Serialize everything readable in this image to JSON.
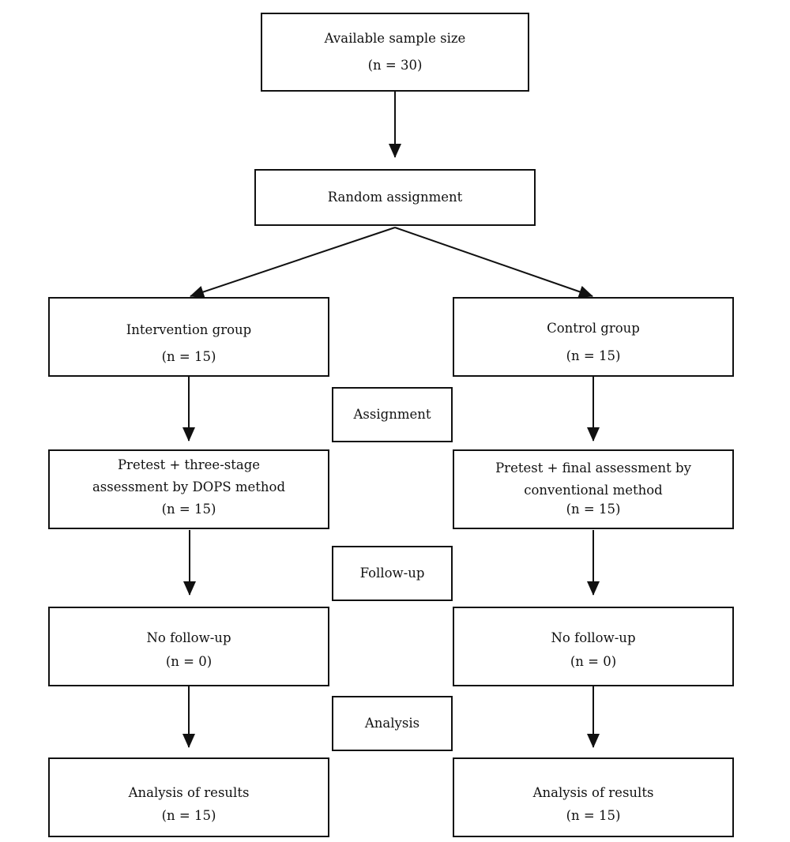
{
  "start": {
    "title": "Available sample size",
    "n": "(n = 30)"
  },
  "randomization": {
    "title": "Random assignment"
  },
  "intervention": {
    "group": {
      "title": "Intervention group",
      "n": "(n = 15)"
    },
    "allocation": {
      "line1": "Pretest + three-stage",
      "line2": "assessment by DOPS method",
      "n": "(n = 15)"
    },
    "followup": {
      "title": "No follow-up",
      "n": "(n = 0)"
    },
    "analysis": {
      "title": "Analysis of results",
      "n": "(n = 15)"
    }
  },
  "control": {
    "group": {
      "title": "Control group",
      "n": "(n = 15)"
    },
    "allocation": {
      "line1": "Pretest + final assessment by",
      "line2": "conventional method",
      "n": "(n = 15)"
    },
    "followup": {
      "title": "No follow-up",
      "n": "(n = 0)"
    },
    "analysis": {
      "title": "Analysis of results",
      "n": "(n = 15)"
    }
  },
  "stages": {
    "assignment": "Assignment",
    "followup": "Follow-up",
    "analysis": "Analysis"
  }
}
